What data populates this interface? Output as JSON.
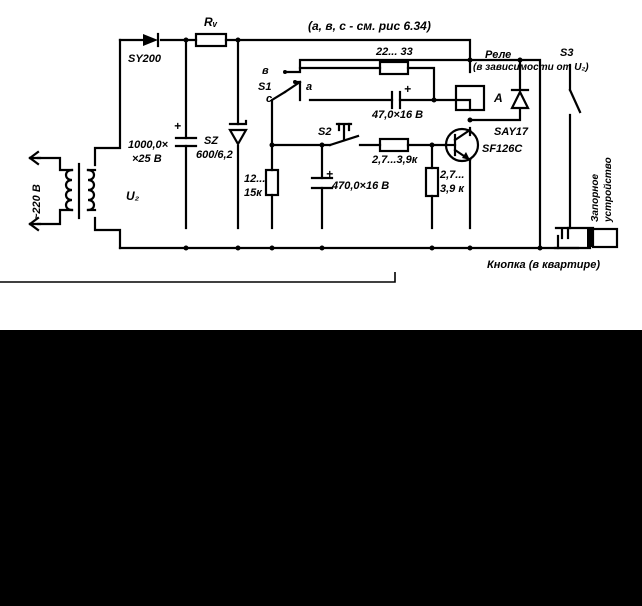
{
  "labels": {
    "header_note": "(a, в, c - см. рис 6.34)",
    "relay_title": "Реле",
    "relay_note": "(в зависимости от U₂)",
    "rv": "Rᵥ",
    "diode_sy200": "SY200",
    "cap_main": "1000,0×",
    "cap_main_v": "×25 В",
    "zener": "SZ",
    "zener_val": "600/6,2",
    "s1": "S1",
    "s1_b": "в",
    "s1_c": "c",
    "s1_a": "a",
    "res_top": "22... 33",
    "cap_47_plus": "+",
    "cap_47": "47,0×16 В",
    "relay_a": "A",
    "diode_say17": "SAY17",
    "s2": "S2",
    "res_mid": "2,7...3,9к",
    "transistor": "SF126С",
    "res_left": "12...",
    "res_left_val": "15к",
    "cap_470_plus": "+",
    "cap_470": "470,0×16 В",
    "res_right": "2,7...",
    "res_right_val": "3,9 к",
    "s3": "S3",
    "lock_device_1": "Запорное",
    "lock_device_2": "устройство",
    "ac_input": "~220 В",
    "u2": "U₂",
    "button_label": "Кнопка (в квартире)",
    "cap_main_plus": "+"
  }
}
